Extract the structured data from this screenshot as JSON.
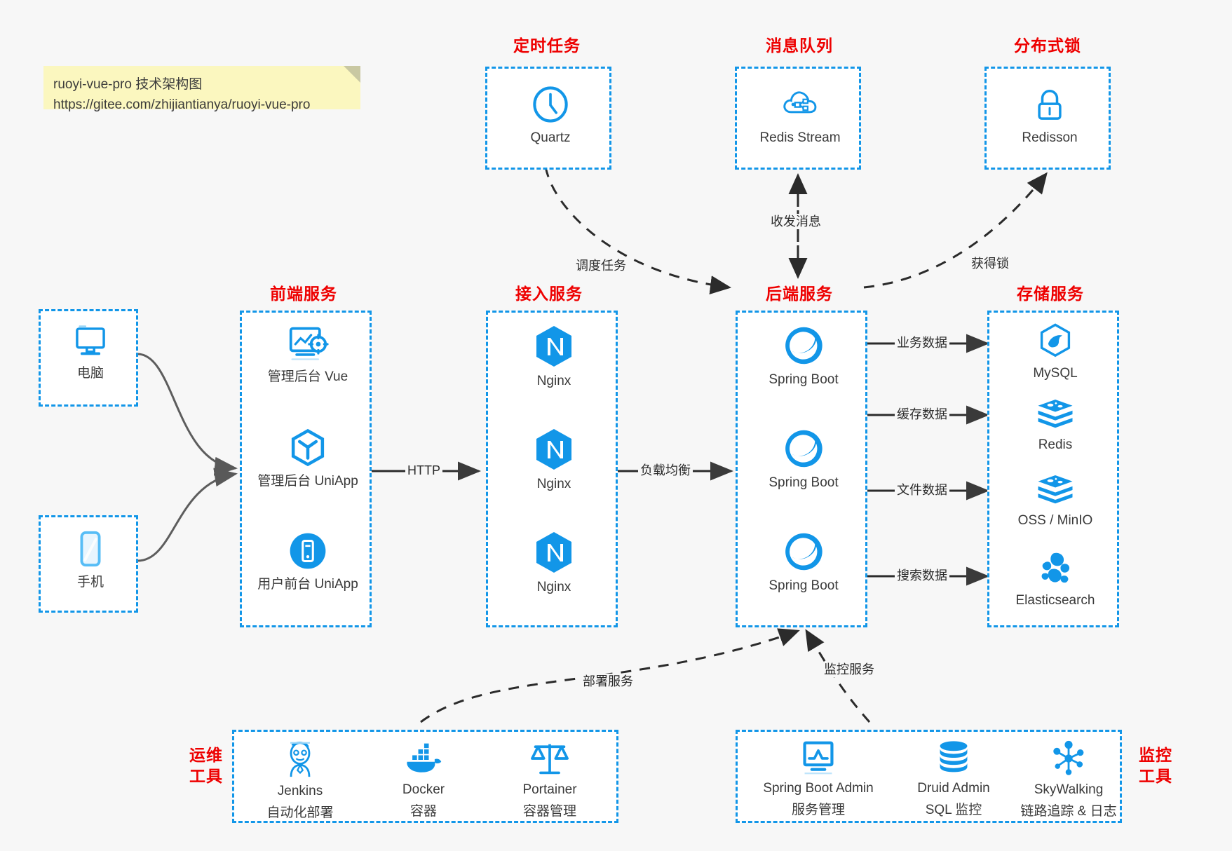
{
  "note": {
    "line1": "ruoyi-vue-pro 技术架构图",
    "line2": "https://gitee.com/zhijiantianya/ruoyi-vue-pro"
  },
  "colors": {
    "accent_blue": "#1296e8",
    "title_red": "#ee0000",
    "text_dark": "#3a3a3a",
    "background": "#f7f7f7",
    "note_bg": "#fbf7bf"
  },
  "groups": {
    "scheduled_task": "定时任务",
    "message_queue": "消息队列",
    "distributed_lock": "分布式锁",
    "frontend_service": "前端服务",
    "access_service": "接入服务",
    "backend_service": "后端服务",
    "storage_service": "存储服务",
    "ops_tools": "运维\n工具",
    "ops_tools_l1": "运维",
    "ops_tools_l2": "工具",
    "monitor_tools_l1": "监控",
    "monitor_tools_l2": "工具"
  },
  "clients": [
    {
      "label": "电脑",
      "icon": "desktop-monitor-icon"
    },
    {
      "label": "手机",
      "icon": "mobile-phone-icon"
    }
  ],
  "top_nodes": [
    {
      "label": "Quartz",
      "icon": "clock-icon",
      "group": "定时任务"
    },
    {
      "label": "Redis Stream",
      "icon": "cloud-stream-icon",
      "group": "消息队列"
    },
    {
      "label": "Redisson",
      "icon": "padlock-icon",
      "group": "分布式锁"
    }
  ],
  "frontend_nodes": [
    {
      "label": "管理后台 Vue",
      "icon": "dashboard-gear-icon"
    },
    {
      "label": "管理后台 UniApp",
      "icon": "uniapp-cube-icon"
    },
    {
      "label": "用户前台 UniApp",
      "icon": "mobile-circle-icon"
    }
  ],
  "access_nodes": [
    {
      "label": "Nginx",
      "icon": "nginx-icon"
    },
    {
      "label": "Nginx",
      "icon": "nginx-icon"
    },
    {
      "label": "Nginx",
      "icon": "nginx-icon"
    }
  ],
  "backend_nodes": [
    {
      "label": "Spring Boot",
      "icon": "spring-leaf-icon"
    },
    {
      "label": "Spring Boot",
      "icon": "spring-leaf-icon"
    },
    {
      "label": "Spring Boot",
      "icon": "spring-leaf-icon"
    }
  ],
  "storage_nodes": [
    {
      "label": "MySQL",
      "icon": "mysql-dolphin-icon"
    },
    {
      "label": "Redis",
      "icon": "redis-stack-icon"
    },
    {
      "label": "OSS / MinIO",
      "icon": "oss-stack-icon"
    },
    {
      "label": "Elasticsearch",
      "icon": "elasticsearch-icon"
    }
  ],
  "ops_nodes": [
    {
      "name": "Jenkins",
      "desc": "自动化部署",
      "icon": "jenkins-butler-icon"
    },
    {
      "name": "Docker",
      "desc": "容器",
      "icon": "docker-whale-icon"
    },
    {
      "name": "Portainer",
      "desc": "容器管理",
      "icon": "scales-balance-icon"
    }
  ],
  "monitor_nodes": [
    {
      "name": "Spring Boot Admin",
      "desc": "服务管理",
      "icon": "monitor-chart-icon"
    },
    {
      "name": "Druid Admin",
      "desc": "SQL 监控",
      "icon": "database-stack-icon"
    },
    {
      "name": "SkyWalking",
      "desc": "链路追踪 & 日志",
      "icon": "skywalking-node-icon"
    }
  ],
  "edges": [
    {
      "label": "HTTP",
      "from": "前端服务",
      "to": "接入服务"
    },
    {
      "label": "负载均衡",
      "from": "接入服务",
      "to": "后端服务"
    },
    {
      "label": "调度任务",
      "from": "Quartz",
      "to": "后端服务"
    },
    {
      "label": "收发消息",
      "from": "后端服务",
      "to": "Redis Stream"
    },
    {
      "label": "获得锁",
      "from": "后端服务",
      "to": "Redisson"
    },
    {
      "label": "业务数据",
      "from": "后端服务",
      "to": "MySQL"
    },
    {
      "label": "缓存数据",
      "from": "后端服务",
      "to": "Redis"
    },
    {
      "label": "文件数据",
      "from": "后端服务",
      "to": "OSS / MinIO"
    },
    {
      "label": "搜索数据",
      "from": "后端服务",
      "to": "Elasticsearch"
    },
    {
      "label": "部署服务",
      "from": "运维工具",
      "to": "后端服务"
    },
    {
      "label": "监控服务",
      "from": "监控工具",
      "to": "后端服务"
    }
  ]
}
